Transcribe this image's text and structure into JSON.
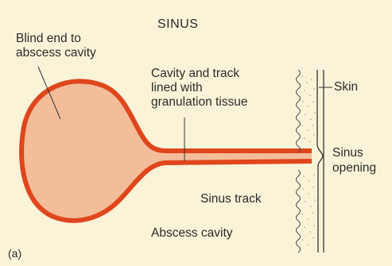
{
  "title": "SINUS",
  "figure_label": "(a)",
  "labels": {
    "blind_end": [
      "Blind end to",
      "abscess cavity"
    ],
    "cavity_track": [
      "Cavity and track",
      "lined with",
      "granulation tissue"
    ],
    "skin": "Skin",
    "sinus_opening": [
      "Sinus",
      "opening"
    ],
    "sinus_track": "Sinus track",
    "abscess_cavity": "Abscess cavity"
  },
  "colors": {
    "background": "#fbf3d8",
    "wall": "#e0461c",
    "cavity_fill": "#f3bd9a",
    "text": "#2a2a2a"
  }
}
